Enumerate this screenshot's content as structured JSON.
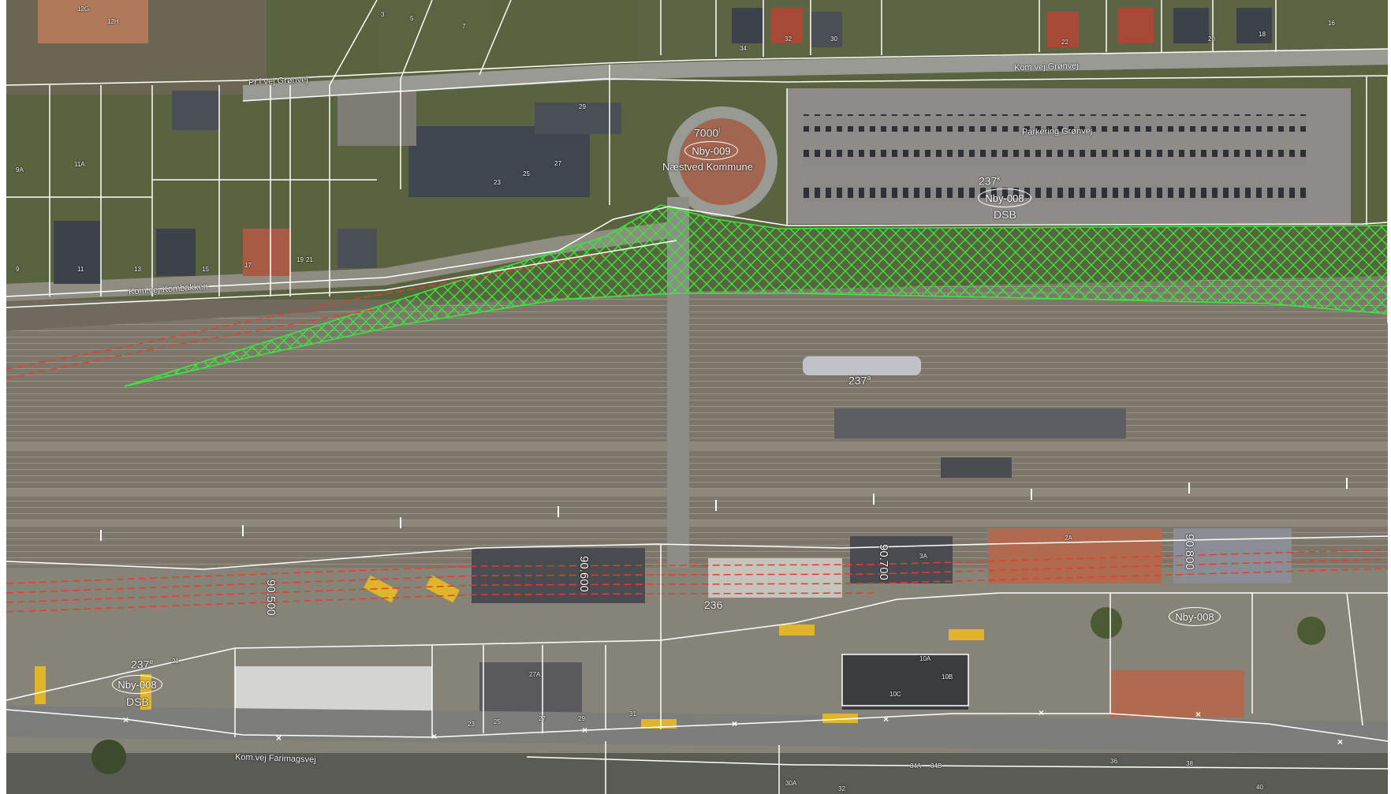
{
  "map": {
    "street_labels": {
      "gronvej_west": "Pr.f.vej Grønvej",
      "gronvej_east": "Kom.vej Grønvej",
      "parkering": "Parkering Grønvej",
      "kombakken": "Kom.vej Kombakken",
      "farimagsvej": "Kom.vej Farimagsvej"
    },
    "parcels": {
      "p7000": "7000",
      "p7000_suffix": "l",
      "p237k": "237",
      "p237k_suffix": "k",
      "p237a": "237",
      "p237a_suffix": "a",
      "p236": "236",
      "p237e": "237",
      "p237e_suffix": "e"
    },
    "ovals": {
      "nby009": "Nby-009",
      "nby008_parking": "Nby-008",
      "nby008_station": "Nby-008",
      "nby008_southwest": "Nby-008"
    },
    "owners": {
      "kommune": "Næstved Kommune",
      "dsb_north": "DSB",
      "dsb_south": "DSB"
    },
    "kilometer_marks": {
      "km90500": "90.500",
      "km90600": "90.600",
      "km90700": "90.700",
      "km90800": "90.800"
    },
    "house_numbers": [
      "12G",
      "12H",
      "3",
      "5",
      "7",
      "9",
      "11",
      "13",
      "15",
      "17",
      "19",
      "21",
      "23",
      "25",
      "27",
      "29",
      "9A",
      "11A",
      "34",
      "32",
      "30",
      "22",
      "20",
      "18",
      "16",
      "3A",
      "2A",
      "10A",
      "10B",
      "10C",
      "27A",
      "21",
      "23",
      "25",
      "27",
      "29",
      "31",
      "34A",
      "34B",
      "36",
      "38",
      "40",
      "30A",
      "32"
    ],
    "colors": {
      "boundary": "#ffffff",
      "hatch": "#39e639",
      "red_line": "#e0402a",
      "rail_bed": "#7b7467",
      "vegetation": "#4f5f34",
      "road": "#9a9a95"
    },
    "x_mark": "×"
  }
}
